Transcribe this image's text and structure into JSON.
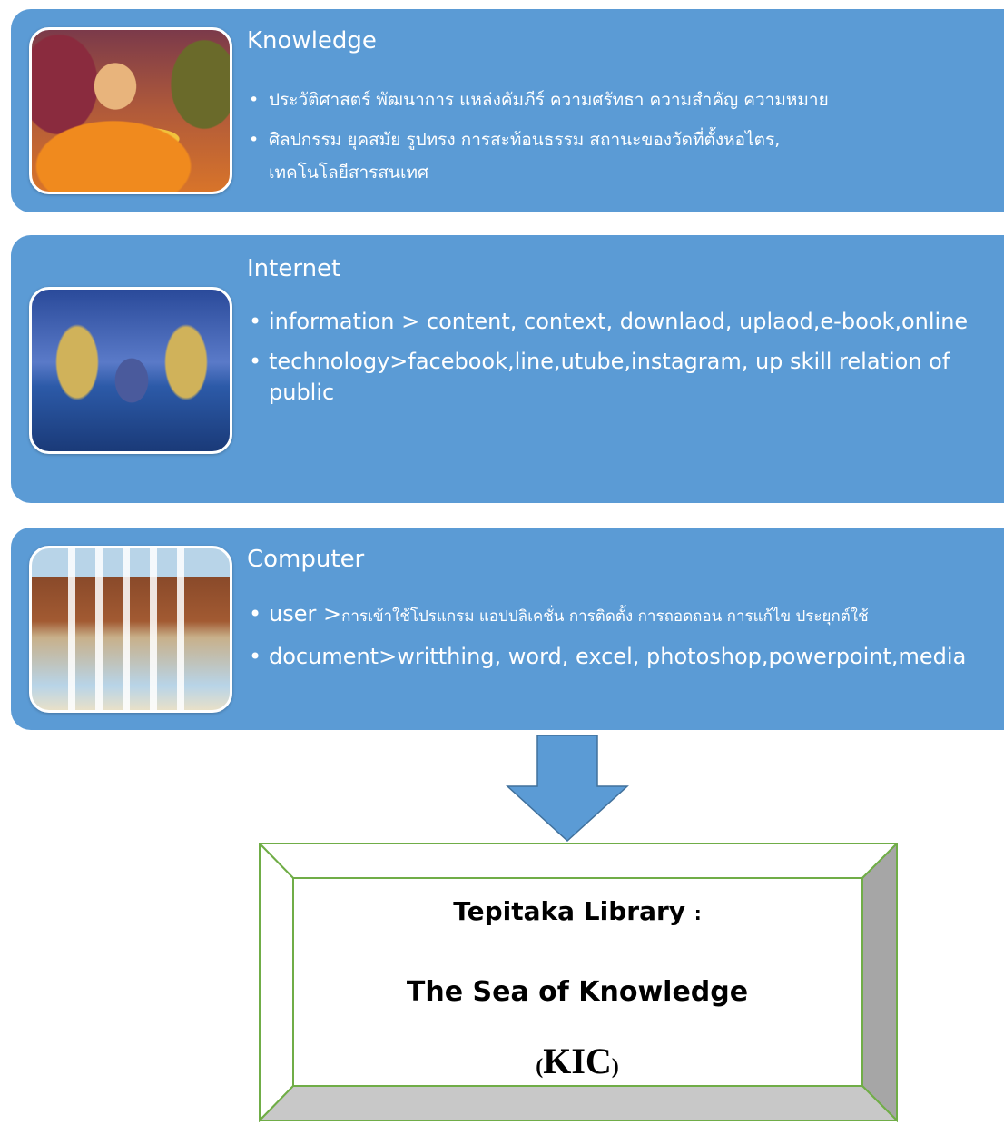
{
  "panels": {
    "knowledge": {
      "title": "Knowledge",
      "image_icon": "monk-ceremony-photo",
      "bullets": [
        "ประวัติศาสตร์ พัฒนาการ แหล่งคัมภีร์  ความศรัทธา ความสำคัญ ความหมาย",
        "ศิลปกรรม ยุคสมัย รูปทรง การสะท้อนธรรม สถานะของวัดที่ตั้งหอไตร,",
        "เทคโนโลยีสารสนเทศ"
      ]
    },
    "internet": {
      "title": "Internet",
      "image_icon": "naga-temple-photo",
      "bullets": [
        "information > content, context, downlaod, uplaod,e-book,online",
        "technology>facebook,line,utube,instagram, up skill relation of public"
      ]
    },
    "computer": {
      "title": "Computer",
      "image_icon": "thai-temple-photo",
      "bullets": {
        "user_prefix": "user >",
        "user_rest": "การเข้าใช้โปรแกรม แอปปลิเคชั่น การติดตั้ง การถอดถอน การแก้ไข ประยุกต์ใช้",
        "document": "document>writthing, word, excel, photoshop,powerpoint,media"
      }
    }
  },
  "bullet_char": "•",
  "arrow": {
    "icon": "down-arrow-icon",
    "color": "#5b9bd5"
  },
  "result_box": {
    "line1_main": "Tepitaka Library",
    "line1_colon": ":",
    "line2": "The Sea of Knowledge",
    "line3_open": "(",
    "line3_main": "KIC",
    "line3_close": ")"
  },
  "colors": {
    "panel": "#5b9bd5",
    "panel_text": "#ffffff",
    "bevel_border": "#70ad47",
    "bevel_right": "#a6a6a6",
    "bevel_bottom": "#c8c8c8"
  }
}
